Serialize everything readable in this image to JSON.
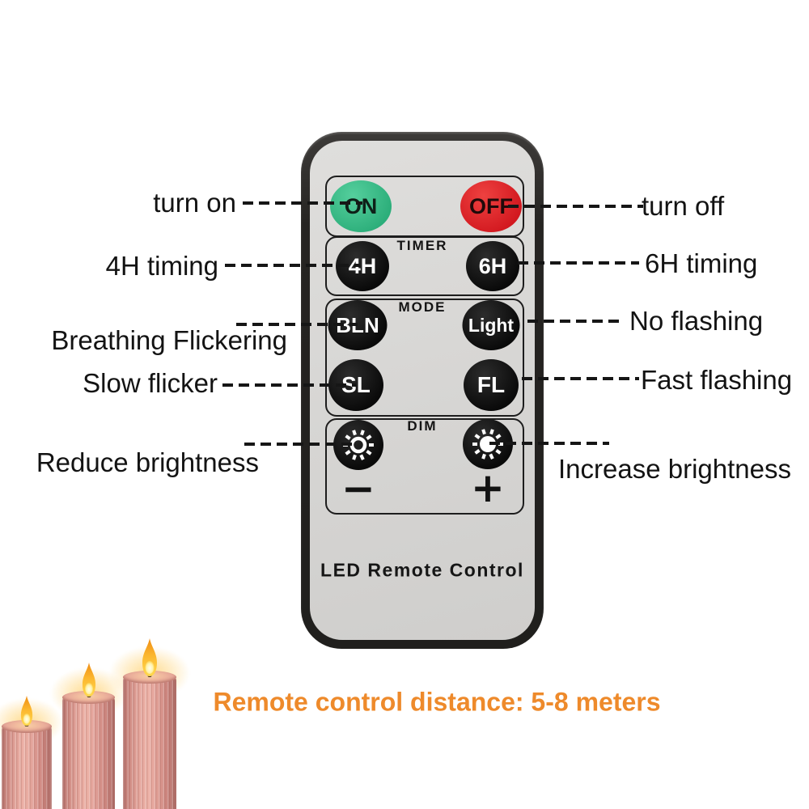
{
  "remote": {
    "brand": "LED Remote Control",
    "power": {
      "on": "ON",
      "off": "OFF"
    },
    "timer": {
      "title": "TIMER",
      "h4": "4H",
      "h6": "6H"
    },
    "mode": {
      "title": "MODE",
      "bln": "BLN",
      "light": "Light",
      "sl": "SL",
      "fl": "FL"
    },
    "dim": {
      "title": "DIM",
      "minus": "−",
      "plus": "+"
    }
  },
  "callouts": {
    "turn_on": "turn on",
    "turn_off": "turn off",
    "timing_4h": "4H timing",
    "timing_6h": "6H timing",
    "breathing_flickering": "Breathing Flickering",
    "no_flashing": "No flashing",
    "slow_flicker": "Slow flicker",
    "fast_flashing": "Fast flashing",
    "reduce_brightness": "Reduce brightness",
    "increase_brightness": "Increase brightness"
  },
  "footer": {
    "distance_note": "Remote control distance: 5-8 meters"
  },
  "icons": {
    "dim_decrease": "sun-dim-icon",
    "dim_increase": "sun-bright-icon",
    "candles": "flame-icon"
  },
  "colors": {
    "on_button_green": "#2fb981",
    "off_button_red": "#d91e24",
    "accent_orange": "#ee8a2b",
    "candle_pink": "#e2a198",
    "remote_face_gray": "#d6d5d3"
  }
}
